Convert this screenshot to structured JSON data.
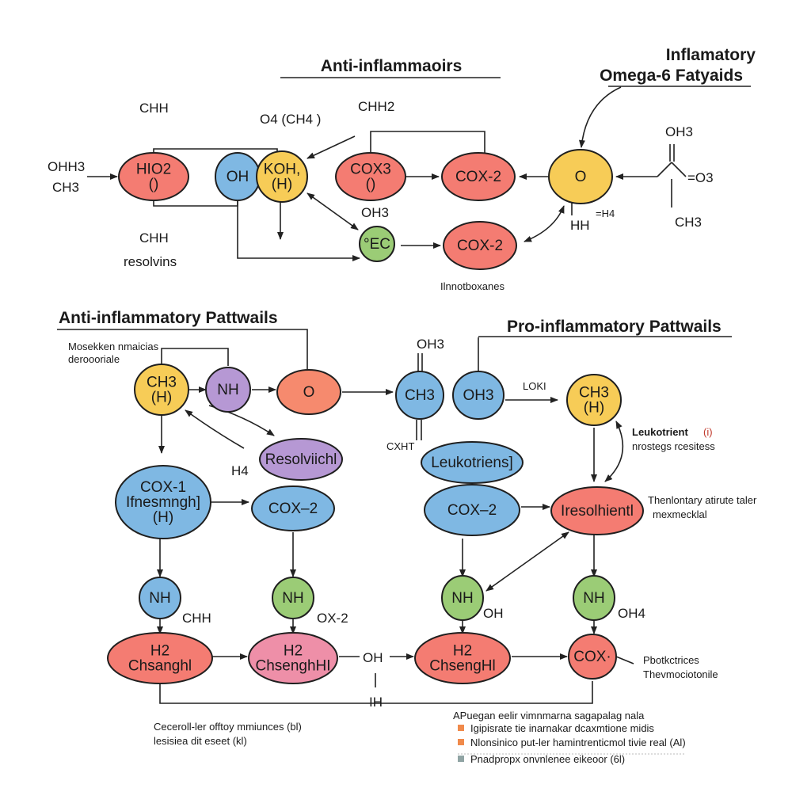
{
  "colors": {
    "red": "#f47c72",
    "blue": "#7fb8e3",
    "yellow": "#f7cc57",
    "green": "#9bcc76",
    "purple": "#b698d4",
    "pink": "#ee8fa8",
    "coral": "#f68a6e",
    "legend_orange": "#f08a4b",
    "legend_gray": "#90a4a4"
  },
  "headings": {
    "top_center": "Anti-inflammaoirs",
    "top_right_1": "Inflamatory",
    "top_right_2": "Omega-6 Fatyaids",
    "mid_left": "Anti-inflammatory Pattwails",
    "mid_right": "Pro-inflammatory Pattwails"
  },
  "nodes": {
    "t_h2o": [
      "HIO2",
      "()"
    ],
    "t_oh": [
      "OH"
    ],
    "t_koh": [
      "KOH,",
      "(H)"
    ],
    "t_cox3": [
      "COX3",
      "()"
    ],
    "t_cox2a": [
      "COX-2"
    ],
    "t_o": [
      "O"
    ],
    "t_cox2b": [
      "COX-2"
    ],
    "t_ec": [
      "°EC"
    ],
    "l_ch3": [
      "CH3",
      "(H)"
    ],
    "l_nh": [
      "NH"
    ],
    "l_o": [
      "O"
    ],
    "l_resol": [
      "Resolviichl"
    ],
    "l_cox1": [
      "COX-1",
      "Ifnesmngh]",
      "(H)"
    ],
    "l_cox2": [
      "COX–2"
    ],
    "l_nh2": [
      "NH"
    ],
    "l_nh3": [
      "NH"
    ],
    "l_ch1": [
      "H2",
      "Chsanghl"
    ],
    "l_ch2": [
      "H2",
      "ChsenghHI"
    ],
    "r_ch3": [
      "CH3"
    ],
    "r_oh3": [
      "OH3"
    ],
    "r_leuk": [
      "Leukotriens]"
    ],
    "r_ch3h": [
      "CH3",
      "(H)"
    ],
    "r_cox2": [
      "COX–2"
    ],
    "r_resol": [
      "Iresolhientl"
    ],
    "r_nh1": [
      "NH"
    ],
    "r_nh2": [
      "NH"
    ],
    "r_ch": [
      "H2",
      "ChsengHl"
    ],
    "r_cox": [
      "COX·"
    ]
  },
  "labels": {
    "ohh3": "OHH3",
    "ch3_left": "CH3",
    "chh_top": "CHH",
    "ohch": "O4 (CH4 )",
    "chh2": "CHH2",
    "chh_bottom": "CHH",
    "resolvins": "resolvins",
    "oh3_mid": "OH3",
    "thromboxanes": "Ilnnotboxanes",
    "oh3_right": "OH3",
    "o3": "=O3",
    "hh": "HH",
    "h4_eq": "=H4",
    "ch3_right": "CH3",
    "moseken_1": "Mosekken nmaicias",
    "moseken_2": "deroooriale",
    "h4": "H4",
    "chh_l": "CHH",
    "ox2": "OX-2",
    "oh_center": "OH",
    "ih": "IH",
    "oh3_r": "OH3",
    "cxht": "CXHT",
    "lox": "LOKI",
    "leuko_1": "Leukotrient",
    "leuko_1b": "(i)",
    "leuko_2": "nrostegs rcesitess",
    "thromb_1": "Thenlontary atirute taler",
    "thromb_2": "mexmecklal",
    "oh_r": "OH",
    "oh4": "OH4",
    "pbot_1": "Pbotkctrices",
    "pbot_2": "Thevmociotonile",
    "foot_1": "Ceceroll-ler offtoy mmiunces (bl)",
    "foot_2": "lesisiea dit eseet (kl)"
  },
  "legend": {
    "title": "APuegan eelir vimnmarna sagapalag nala",
    "items": [
      {
        "text": "Igipisrate tie inarnakar dcaxmtione midis",
        "color": "#f08a4b"
      },
      {
        "text": "Nlonsinico put-ler hamintrenticmol tivie real (Al)",
        "color": "#f08a4b"
      },
      {
        "text": "Pnadpropx onvnlenee eikeoor (6l)",
        "color": "#90a4a4"
      }
    ]
  }
}
